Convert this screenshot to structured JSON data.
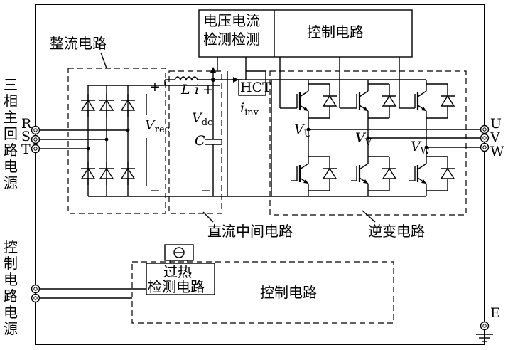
{
  "left_labels": {
    "main_power": "三相主回路电源",
    "control_power": "控制电路电源"
  },
  "terminals": {
    "r": "R",
    "s": "S",
    "t": "T",
    "u": "U",
    "v": "V",
    "w": "W",
    "e": "E"
  },
  "blocks": {
    "detect_title_1": "电压电流",
    "detect_title_2": "检测检测",
    "top_control": "控制电路",
    "rectifier": "整流电路",
    "dc_link": "直流中间电路",
    "inverter": "逆变电路",
    "overheat_1": "过热",
    "overheat_2": "检测电路",
    "bottom_control": "控制电路"
  },
  "symbols": {
    "plus": "+",
    "minus": "−",
    "V": "V",
    "rec": "rec",
    "dc": "dc",
    "L": "L",
    "i": "i",
    "C": "C",
    "inv": "inv",
    "hct": "HCT",
    "sub_u": "U",
    "sub_v": "V",
    "sub_w": "W"
  },
  "colors": {
    "line": "#000000",
    "background": "#ffffff"
  }
}
